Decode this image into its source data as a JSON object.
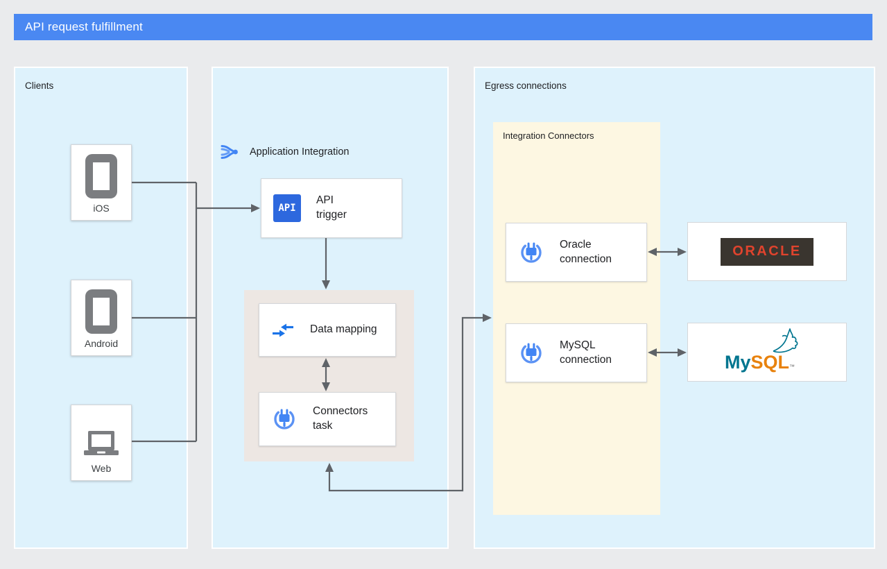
{
  "title_bar": {
    "title": "API request fulfillment"
  },
  "clients": {
    "label": "Clients",
    "items": [
      {
        "label": "iOS",
        "icon": "phone-icon"
      },
      {
        "label": "Android",
        "icon": "phone-icon"
      },
      {
        "label": "Web",
        "icon": "laptop-icon"
      }
    ]
  },
  "app_integration": {
    "label": "Application Integration",
    "api_trigger": {
      "icon_text": "API",
      "label": "API trigger"
    },
    "data_mapping": {
      "label": "Data mapping"
    },
    "connectors_task": {
      "label": "Connectors task"
    }
  },
  "egress": {
    "label": "Egress connections",
    "integration_connectors": {
      "label": "Integration Connectors",
      "oracle_connection": {
        "label": "Oracle connection"
      },
      "mysql_connection": {
        "label": "MySQL connection"
      }
    },
    "oracle_logo": {
      "text": "ORACLE"
    },
    "mysql_logo": {
      "my": "My",
      "sql": "SQL",
      "tm": "™"
    }
  },
  "colors": {
    "header_blue": "#4A88F2",
    "panel_blue": "#DEF2FC",
    "integration_connectors_yellow": "#FDF7E2",
    "task_container_warm_gray": "#EDE7E3",
    "arrow_gray": "#5F6368",
    "api_icon_blue": "#2D68DE",
    "connector_icon_blue": "#4285F4",
    "oracle_red": "#E0432D",
    "oracle_plate_dark": "#3A352F",
    "mysql_teal": "#00758F",
    "mysql_orange": "#E8820D"
  }
}
